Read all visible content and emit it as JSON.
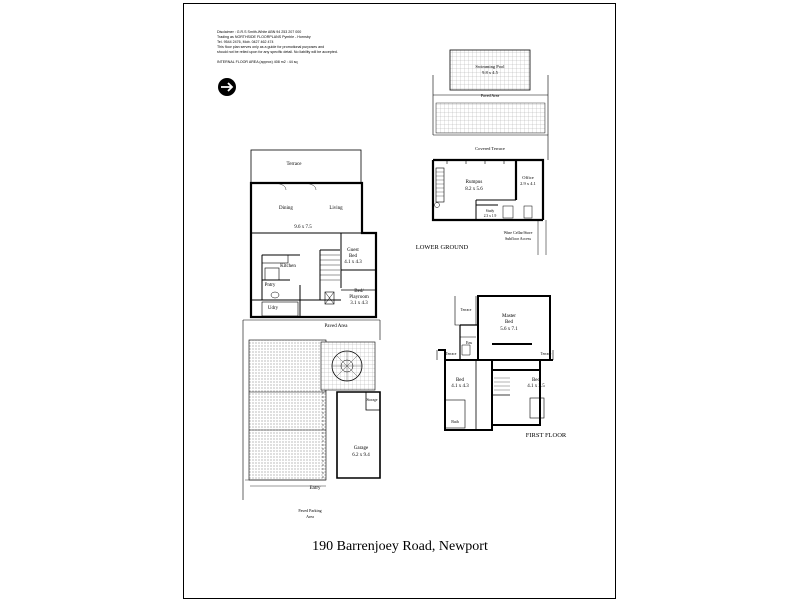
{
  "disclaimer": {
    "line1": "Disclaimer : G.R.S Smith-White  ABN 94 253 207 000",
    "line2": "Trading as NORTHSIDE FLOORPLANS Pymble - Hornsby",
    "line3": "Tel. 9544 2476, Mob. 0427 462 474",
    "line4": "This floor plan serves only as a guide for promotional purposes and",
    "line5": "should not be relied upon for any specific detail. No liability will be accepted.",
    "area": "INTERNAL FLOOR AREA (approx) 408 m2 : 44 sq"
  },
  "ground": {
    "terrace": "Terrace",
    "dining": "Dining",
    "living": "Living",
    "living_dims": "9.6 x 7.5",
    "guest": "Guest",
    "guest_bed": "Bed",
    "guest_dims": "4.1 x 4.3",
    "kitchen": "Kitchen",
    "pntry": "Pntry",
    "udry": "Udry",
    "bed_playroom_1": "Bed/",
    "bed_playroom_2": "Playroom",
    "bed_playroom_dims": "3.1 x 4.3",
    "paved_area": "Paved Area",
    "storage": "Storage",
    "garage": "Garage",
    "garage_dims": "6.2 x 9.4",
    "entry": "Entry",
    "parking_1": "Paved Parking",
    "parking_2": "Area"
  },
  "lower": {
    "pool": "Swimming Pool",
    "pool_dims": "9.8 x 4.5",
    "paved_area": "Paved Area",
    "covered_terrace": "Covered Terrace",
    "rumpus": "Rumpus",
    "rumpus_dims": "8.2 x 5.6",
    "office": "Office",
    "office_dims": "2.9 x 4.1",
    "study": "Study",
    "study_dims": "2.3 x 1.9",
    "wine_1": "Wine Cellar/Store",
    "wine_2": "Subfloor Access",
    "heading": "LOWER GROUND"
  },
  "first": {
    "terrace_a": "Terrace",
    "terrace_b": "Terrace",
    "terrace_c": "Terrace",
    "master": "Master",
    "master_bed": "Bed",
    "master_dims": "5.6 x 7.1",
    "ens": "Ens",
    "bed_left": "Bed",
    "bed_left_dims": "4.1 x 4.3",
    "bed_right": "Bed",
    "bed_right_dims": "4.1 x 3.5",
    "bath": "Bath",
    "heading": "FIRST FLOOR"
  },
  "title": "190 Barrenjoey Road, Newport"
}
